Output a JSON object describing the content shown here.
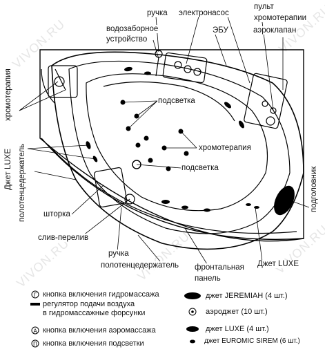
{
  "watermark": "VIVON.RU",
  "labels": {
    "ruchka_top": "ручка",
    "elektronasos": "электронасос",
    "pult": "пульт",
    "pult2": "хромотерапии",
    "vodozabor1": "водозаборное",
    "vodozabor2": "устройство",
    "ebu": "ЭБУ",
    "aeroklapan": "аэроклапан",
    "podsvetka1": "подсветка",
    "hromoterapia_mid": "хромотерапия",
    "podsvetka2": "подсветка",
    "shtorka": "шторка",
    "sliv": "слив-перелив",
    "ruchka_bottom": "ручка",
    "polotenc_bottom": "полотенцедержатель",
    "front1": "фронтальная",
    "front2": "панель",
    "jet_luxe_bottom": "Джет LUXE",
    "left_hromoterapia": "хромотерапия",
    "left_jet_luxe": "Джет LUXE",
    "left_polotenc": "полотенцедержатель",
    "right_podgolovnik": "подголовник"
  },
  "legend": {
    "left": [
      {
        "symbol": "Г",
        "text": "кнопка включения гидромассажа"
      },
      {
        "symbol": "▬",
        "text": "регулятор подачи воздуха\nв гидромассажные форсунки"
      },
      {
        "symbol": "А",
        "text": "кнопка включения аэромассажа"
      },
      {
        "symbol": "П",
        "text": "кнопка включения подсветки"
      }
    ],
    "right": [
      {
        "symbol": "ellipse-large",
        "text": "джет JEREMIAH (4 шт.)"
      },
      {
        "symbol": "dot-ring",
        "text": "аэроджет (10 шт.)"
      },
      {
        "symbol": "ellipse-medium",
        "text": "джет LUXE (4 шт.)"
      },
      {
        "symbol": "ellipse-small",
        "text": "джет EUROMIC SIREM (6 шт.)"
      }
    ]
  }
}
